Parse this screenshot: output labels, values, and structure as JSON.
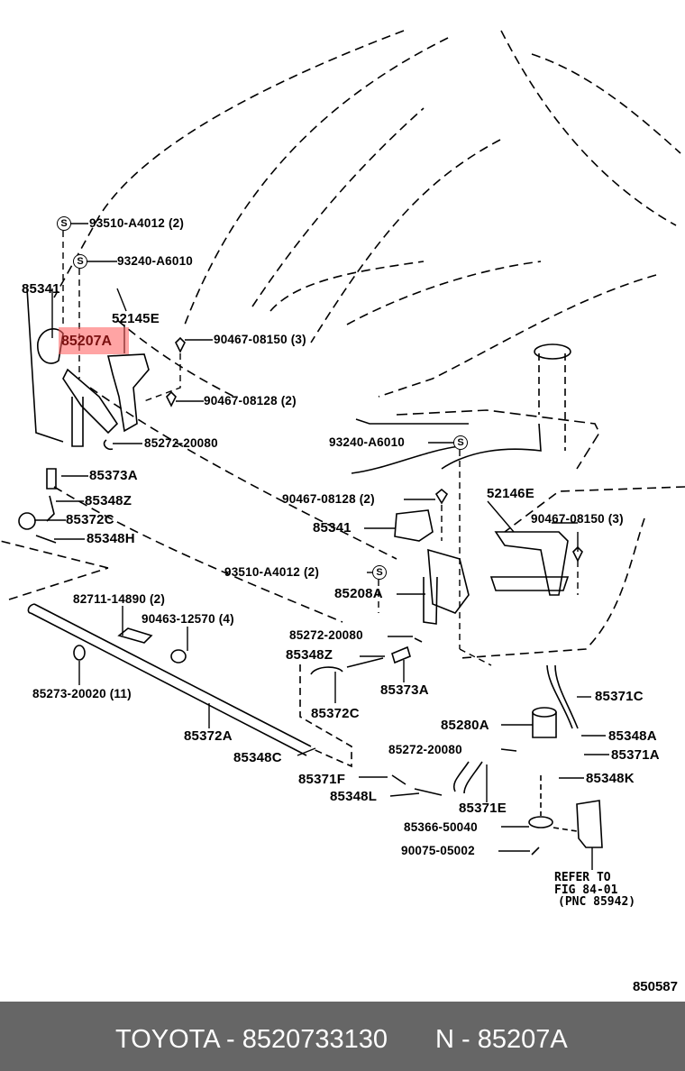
{
  "diagram": {
    "illustration_number": "850587",
    "highlighted_part": "85207A",
    "highlight_color": "#ff5a5a",
    "labels": {
      "p93510_a4012_top": "93510-A4012 (2)",
      "p93240_a6010_top": "93240-A6010",
      "p85341_left": "85341",
      "p52145e": "52145E",
      "p90467_08150_left": "90467-08150 (3)",
      "p90467_08128_left": "90467-08128 (2)",
      "p85272_20080_left": "85272-20080",
      "p85373a_left": "85373A",
      "p85348z_left": "85348Z",
      "p85372c_left": "85372C",
      "p85348h": "85348H",
      "p93240_a6010_right": "93240-A6010",
      "p90467_08128_right": "90467-08128 (2)",
      "p52146e": "52146E",
      "p90467_08150_right": "90467-08150 (3)",
      "p85341_right": "85341",
      "p93510_a4012_right": "93510-A4012 (2)",
      "p85208a": "85208A",
      "p82711_14890": "82711-14890 (2)",
      "p90463_12570": "90463-12570 (4)",
      "p85273_20020": "85273-20020 (11)",
      "p85372a": "85372A",
      "p85348c": "85348C",
      "p85272_20080_mid": "85272-20080",
      "p85348z_mid": "85348Z",
      "p85373a_mid": "85373A",
      "p85372c_mid": "85372C",
      "p85371c": "85371C",
      "p85280a": "85280A",
      "p85348a": "85348A",
      "p85272_20080_right": "85272-20080",
      "p85371a": "85371A",
      "p85348k": "85348K",
      "p85371f": "85371F",
      "p85348l": "85348L",
      "p85371e": "85371E",
      "p85366_50040": "85366-50040",
      "p90075_05002": "90075-05002",
      "refer_line1": "REFER TO",
      "refer_line2": "FIG 84-01",
      "refer_line3": "(PNC 85942)"
    },
    "symbol_s": "S"
  },
  "banner": {
    "part_reference": "TOYOTA - 8520733130",
    "pnc_reference": "N - 85207A"
  }
}
